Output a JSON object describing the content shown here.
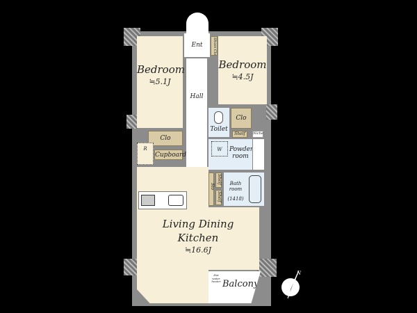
{
  "rooms": {
    "bedroom_left": {
      "name": "Bedroom",
      "size": "≒5.1J"
    },
    "bedroom_right": {
      "name": "Bedroom",
      "size": "≒4.5J"
    },
    "ent": "Ent",
    "shoes_clo": "Shoes Clo",
    "hall": "Hall",
    "toilet": "Toilet",
    "clo_right": "Clo",
    "clo_left": "Clo",
    "shelf_top": "Shelf",
    "niche": "Niche",
    "washer": "W",
    "powder_room": "Powder room",
    "fridge": "R",
    "cupboard": "Cupboard",
    "shelf_a": "Shelf",
    "shelf_b": "Shelf",
    "sto": "Sto",
    "bath": {
      "name": "Bath room",
      "size": "(1418)"
    },
    "ldk": {
      "name_line1": "Living Dining",
      "name_line2": "Kitchen",
      "size": "≒16.6J"
    },
    "water_heater": "Hot water heater",
    "balcony": "Balcony"
  },
  "colors": {
    "room": "#f8efd8",
    "wet": "#e3eef6",
    "storage": "#d8cba6",
    "wall": "#8c8c8c"
  }
}
